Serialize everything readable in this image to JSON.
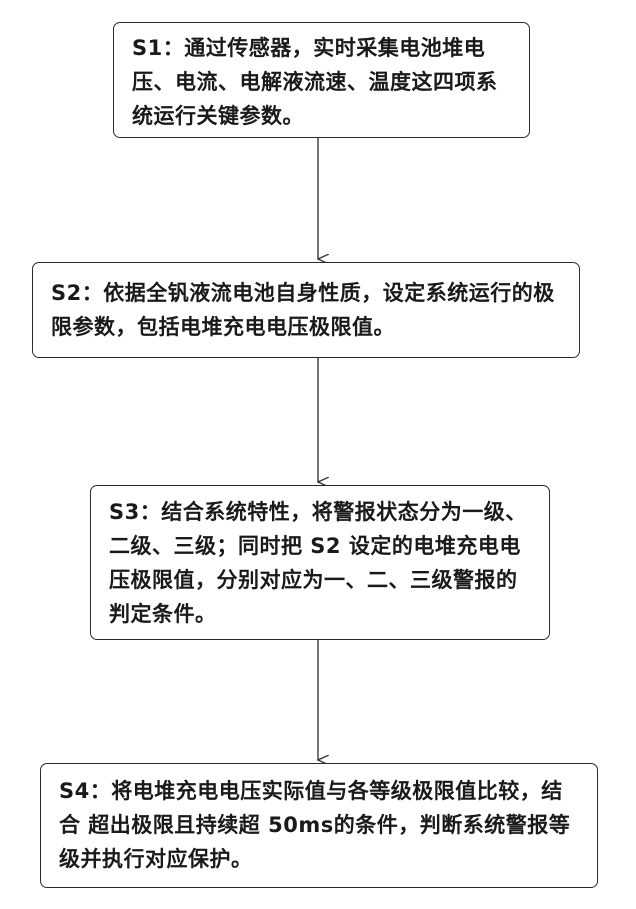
{
  "steps": [
    {
      "id": "S1",
      "text": "S1：通过传感器，实时采集电池堆电压、电流、电解液流速、温度这四项系统运行关键参数。"
    },
    {
      "id": "S2",
      "text": "S2：依据全钒液流电池自身性质，设定系统运行的极限参数，包括电堆充电电压极限值。"
    },
    {
      "id": "S3",
      "text": "S3：结合系统特性，将警报状态分为一级、二级、三级；同时把 S2 设定的电堆充电电压极限值，分别对应为一、二、三级警报的判定条件。"
    },
    {
      "id": "S4",
      "text": "S4：将电堆充电电压实际值与各等级极限值比较，结合 超出极限且持续超 50ms的条件，判断系统警报等级并执行对应保护。"
    }
  ],
  "colors": {
    "border": "#2b2b2b",
    "arrow": "#3a3a3a",
    "text": "#1a1a1a"
  }
}
